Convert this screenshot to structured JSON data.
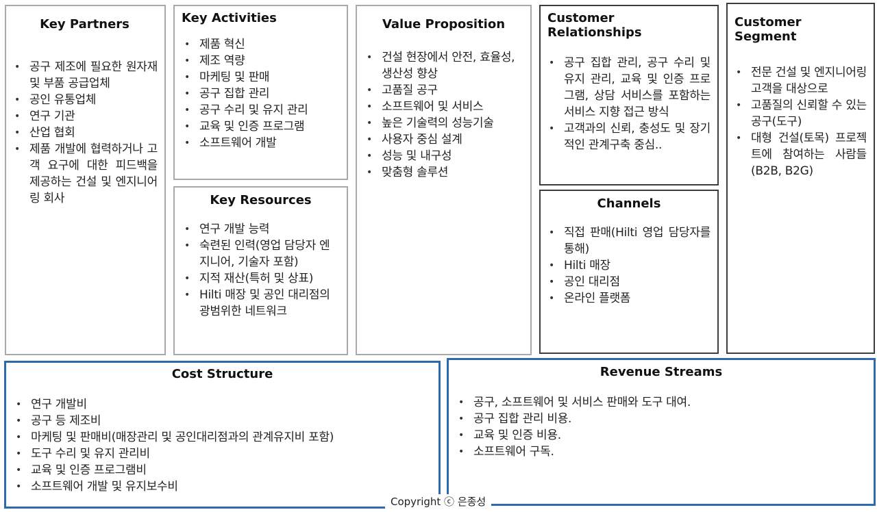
{
  "key_partners": {
    "title": "Key Partners",
    "items": [
      "공구 제조에 필요한 원자재 및 부품 공급업체",
      "공인 유통업체",
      "연구 기관",
      "산업 협회",
      "제품 개발에 협력하거나 고객 요구에 대한 피드백을 제공하는 건설 및 엔지니어링 회사"
    ]
  },
  "key_activities": {
    "title": "Key Activities",
    "items": [
      "제품 혁신",
      "제조 역량",
      "마케팅 및 판매",
      "공구 집합 관리",
      "공구 수리 및 유지 관리",
      "교육 및 인증 프로그램",
      "소프트웨어 개발"
    ]
  },
  "key_resources": {
    "title": "Key Resources",
    "items": [
      "연구 개발 능력",
      "숙련된 인력(영업 담당자 엔지니어, 기술자 포함)",
      "지적 재산(특허 및 상표)",
      "Hilti 매장 및 공인 대리점의 광범위한 네트워크"
    ]
  },
  "value_proposition": {
    "title": "Value Proposition",
    "items": [
      "건설 현장에서 안전, 효율성, 생산성 향상",
      "고품질 공구",
      "소프트웨어 및 서비스",
      "높은 기술력의 성능기술",
      "사용자 중심 설계",
      "성능 및 내구성",
      "맞춤형 솔루션"
    ]
  },
  "customer_relationships": {
    "title": "Customer Relationships",
    "items": [
      " 공구 집합 관리, 공구 수리 및 유지 관리, 교육 및 인증 프로그램, 상담 서비스를 포함하는 서비스 지향 접근 방식",
      "고객과의 신뢰, 충성도 및 장기적인 관계구축 중심.."
    ]
  },
  "channels": {
    "title": "Channels",
    "items": [
      "직접 판매(Hilti 영업 담당자를 통해)",
      "Hilti 매장",
      "공인 대리점",
      "온라인 플랫폼"
    ]
  },
  "customer_segment": {
    "title": "Customer Segment",
    "items": [
      "전문 건설 및 엔지니어링 고객을 대상으로",
      "고품질의 신뢰할 수 있는 공구(도구)",
      "대형 건설(토목) 프로젝트에 참여하는 사람들(B2B, B2G)"
    ]
  },
  "cost_structure": {
    "title": "Cost Structure",
    "items": [
      "연구 개발비",
      "공구 등 제조비",
      "마케팅 및 판매비(매장관리 및 공인대리점과의 관계유지비 포함)",
      "도구 수리 및 유지 관리비",
      "교육 및 인증 프로그램비",
      "소프트웨어 개발 및 유지보수비"
    ]
  },
  "revenue_streams": {
    "title": "Revenue Streams",
    "items": [
      "공구, 소프트웨어 및 서비스 판매와 도구 대여.",
      "공구 집합 관리 비용.",
      "교육 및 인증 비용.",
      "소프트웨어 구독."
    ]
  },
  "copyright": "Copyright ⓒ 은종성",
  "colors": {
    "gray_border": "#a8a8a8",
    "dark_border": "#3c3c3c",
    "blue_border": "#2f69ad"
  }
}
